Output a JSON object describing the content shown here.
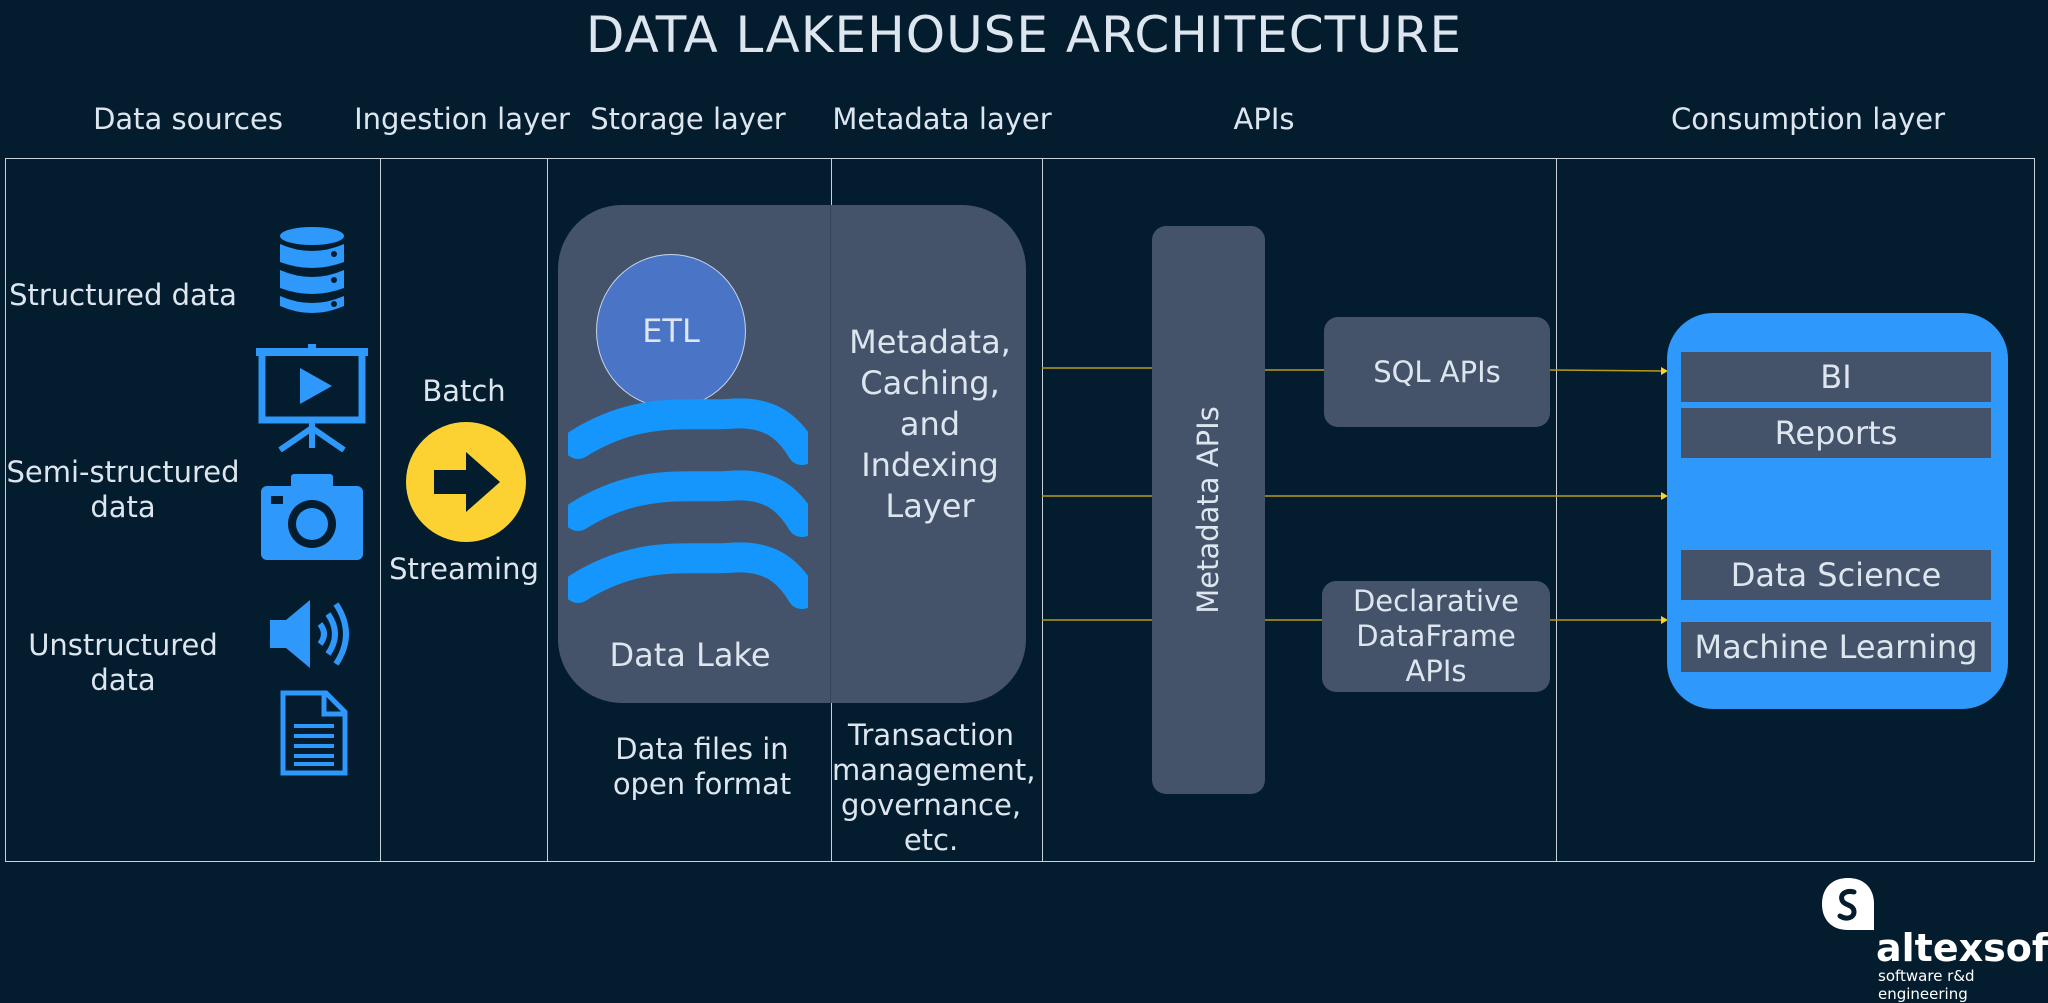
{
  "title": "DATA LAKEHOUSE ARCHITECTURE",
  "columns": {
    "data_sources": "Data sources",
    "ingestion": "Ingestion layer",
    "storage": "Storage layer",
    "metadata": "Metadata layer",
    "apis": "APIs",
    "consumption": "Consumption layer"
  },
  "sources": {
    "structured": "Structured data",
    "semi_1": "Semi-structured",
    "semi_2": "data",
    "unstructured_1": "Unstructured",
    "unstructured_2": "data"
  },
  "ingestion": {
    "batch": "Batch",
    "streaming": "Streaming"
  },
  "storage": {
    "etl": "ETL",
    "data_lake": "Data Lake",
    "files_1": "Data files in",
    "files_2": "open format"
  },
  "metadata": {
    "layer_lines": [
      "Metadata,",
      "Caching,",
      "and",
      "Indexing",
      "Layer"
    ],
    "note_lines": [
      "Transaction",
      "management,",
      "governance,",
      "etc."
    ]
  },
  "apis": {
    "metadata_apis": "Metadata APIs",
    "sql_apis": "SQL APIs",
    "declarative_1": "Declarative",
    "declarative_2": "DataFrame APIs"
  },
  "consumption": {
    "bi": "BI",
    "reports": "Reports",
    "data_science": "Data Science",
    "machine_learning": "Machine Learning"
  },
  "brand": {
    "name": "altexsoft",
    "tagline": "software r&d engineering"
  },
  "icons": [
    "database-icon",
    "presentation-icon",
    "camera-icon",
    "speaker-icon",
    "document-icon",
    "arrow-right-icon",
    "waves-icon",
    "altexsoft-logo-icon"
  ],
  "colors": {
    "background": "#031d2e",
    "panel": "#44536a",
    "accent_blue": "#2f98fb",
    "etl_blue": "#4a74c6",
    "arrow_yellow": "#fbd232",
    "connector": "#b89a1c"
  }
}
